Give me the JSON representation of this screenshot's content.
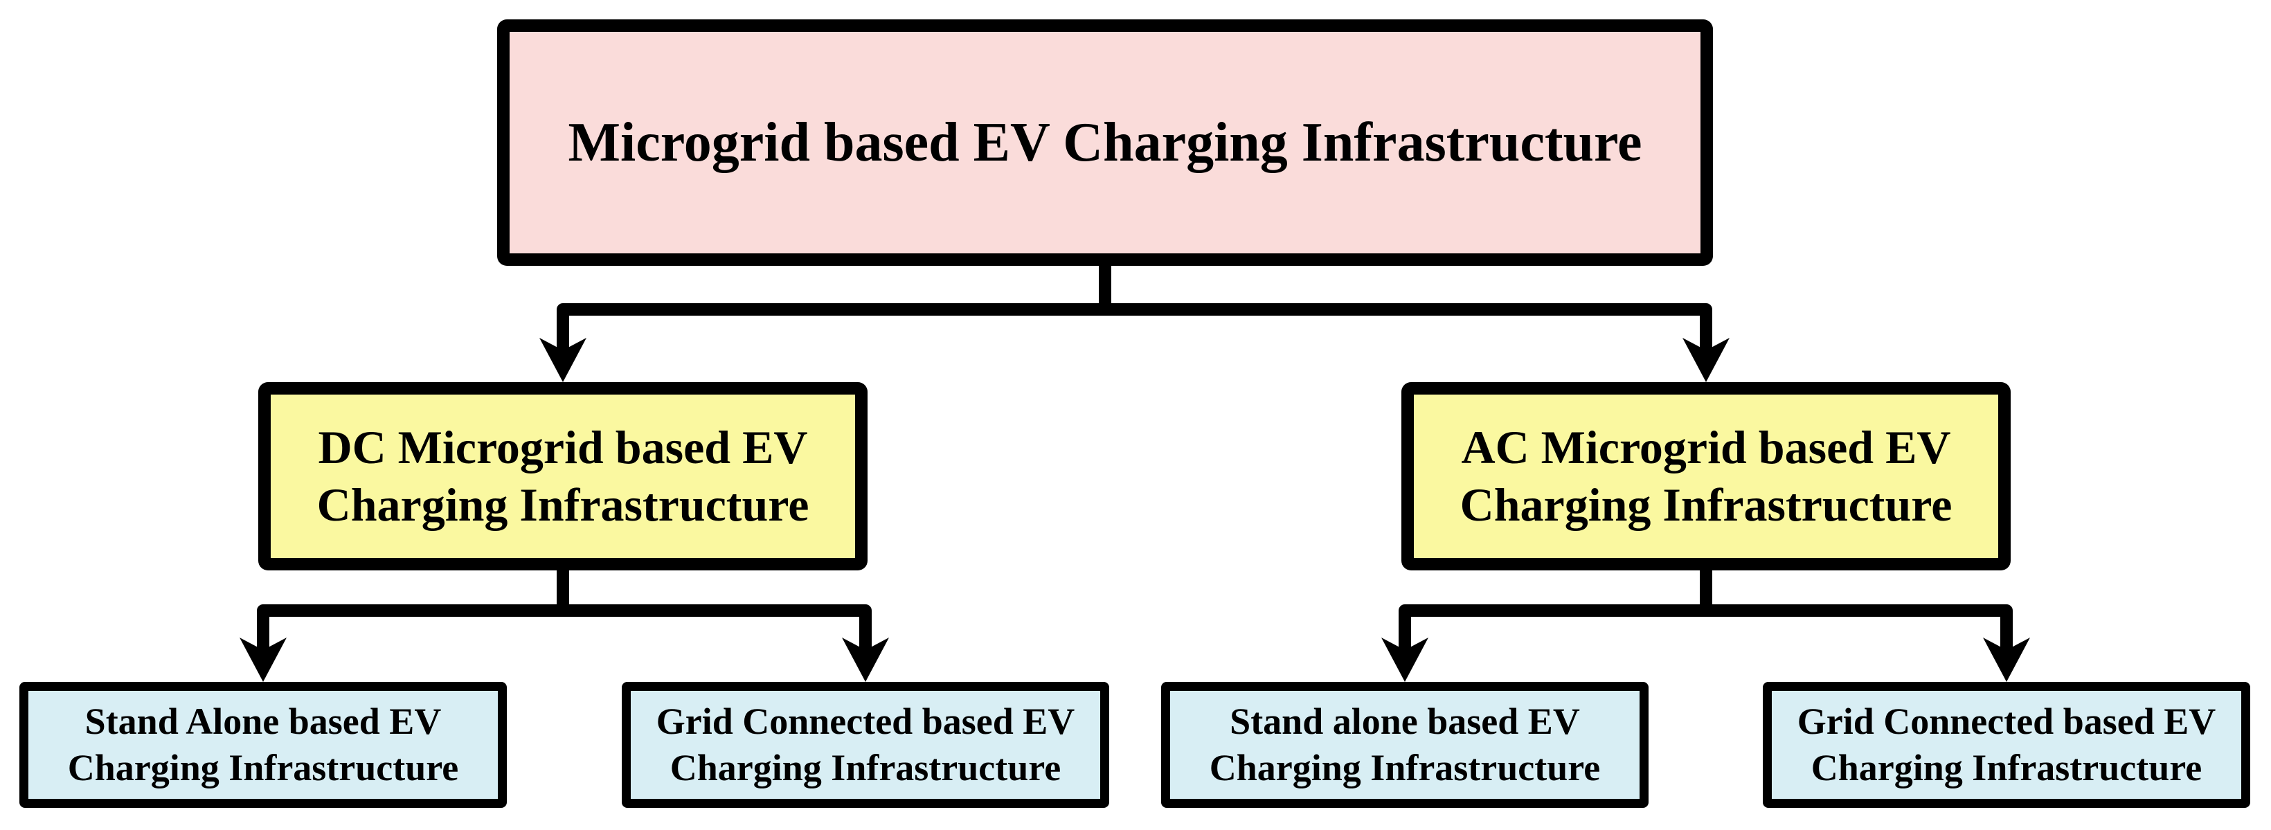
{
  "diagram": {
    "type": "hierarchy-flowchart",
    "colors": {
      "root_fill": "#FADCDA",
      "branch_fill": "#FAF8A0",
      "leaf_fill": "#D8EEF4",
      "line": "#000000",
      "text": "#000000"
    },
    "nodes": {
      "root": {
        "label": "Microgrid based EV Charging Infrastructure"
      },
      "dc": {
        "label": "DC Microgrid based EV Charging Infrastructure"
      },
      "ac": {
        "label": "AC Microgrid based EV Charging Infrastructure"
      },
      "dc_standalone": {
        "label": "Stand Alone based EV Charging Infrastructure"
      },
      "dc_grid_connected": {
        "label": "Grid Connected based EV Charging Infrastructure"
      },
      "ac_standalone": {
        "label": "Stand alone based EV Charging Infrastructure"
      },
      "ac_grid_connected": {
        "label": "Grid Connected based EV Charging Infrastructure"
      }
    },
    "edges": [
      {
        "from": "root",
        "to": "dc"
      },
      {
        "from": "root",
        "to": "ac"
      },
      {
        "from": "dc",
        "to": "dc_standalone"
      },
      {
        "from": "dc",
        "to": "dc_grid_connected"
      },
      {
        "from": "ac",
        "to": "ac_standalone"
      },
      {
        "from": "ac",
        "to": "ac_grid_connected"
      }
    ]
  }
}
